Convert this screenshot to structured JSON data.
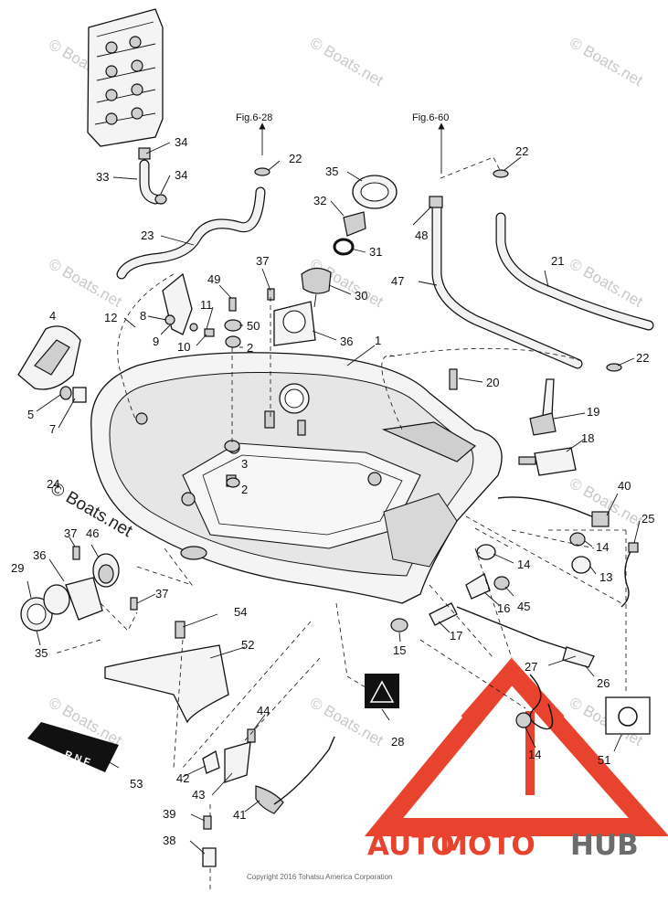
{
  "watermark": "© Boats.net",
  "copyright": "Copyright 2016 Tohatsu America Corporation",
  "logo": {
    "part1": "AUTO",
    "part2": "MOTO",
    "part3": "HUB",
    "color_red": "#e8432f",
    "color_grey": "#6c6c6c"
  },
  "references": [
    "Fig.6-28",
    "Fig.6-60"
  ],
  "callouts": {
    "n1": "1",
    "n2a": "2",
    "n2b": "2",
    "n3": "3",
    "n4": "4",
    "n5": "5",
    "n7": "7",
    "n8": "8",
    "n9": "9",
    "n10": "10",
    "n11": "11",
    "n12": "12",
    "n13": "13",
    "n14a": "14",
    "n14b": "14",
    "n14c": "14",
    "n15": "15",
    "n16": "16",
    "n17": "17",
    "n18": "18",
    "n19": "19",
    "n20": "20",
    "n21": "21",
    "n22a": "22",
    "n22b": "22",
    "n22c": "22",
    "n23": "23",
    "n24": "24",
    "n25": "25",
    "n26": "26",
    "n27": "27",
    "n28": "28",
    "n29": "29",
    "n30": "30",
    "n31": "31",
    "n32": "32",
    "n33": "33",
    "n34a": "34",
    "n34b": "34",
    "n35a": "35",
    "n35b": "35",
    "n36a": "36",
    "n36b": "36",
    "n37a": "37",
    "n37b": "37",
    "n37c": "37",
    "n38": "38",
    "n39": "39",
    "n40": "40",
    "n41": "41",
    "n42": "42",
    "n43": "43",
    "n44": "44",
    "n45": "45",
    "n46": "46",
    "n47": "47",
    "n48": "48",
    "n49": "49",
    "n50": "50",
    "n51": "51",
    "n52": "52",
    "n53": "53",
    "n54": "54"
  }
}
